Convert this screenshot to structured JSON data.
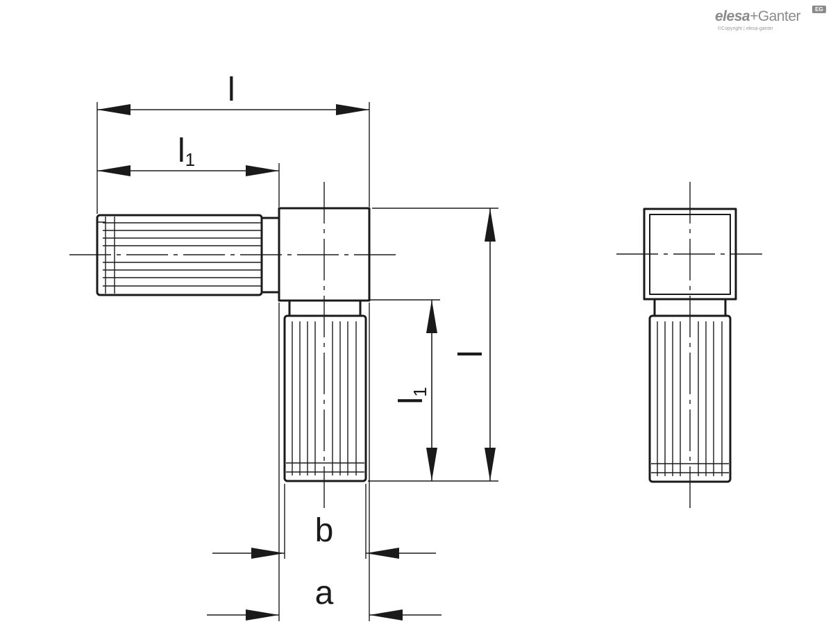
{
  "logo": {
    "brand_left": "elesa",
    "brand_plus": "+",
    "brand_right": "Ganter",
    "badge": "EG",
    "copyright": "©Copyright | elesa-ganter"
  },
  "dimensions": {
    "l": "l",
    "l1_main": "l",
    "l1_sub": "1",
    "b": "b",
    "a": "a"
  },
  "colors": {
    "line": "#1a1a1a",
    "logo": "#8a8a8a"
  }
}
